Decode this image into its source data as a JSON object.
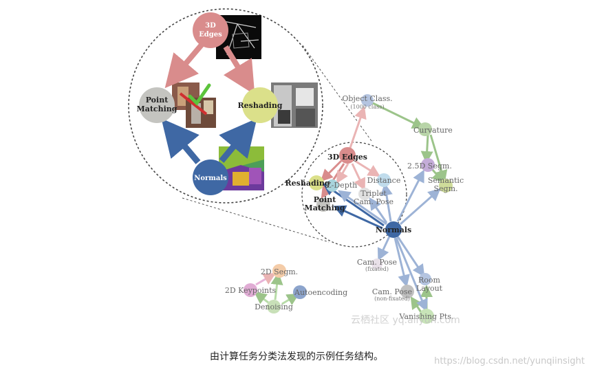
{
  "zoom_view": {
    "nodes": {
      "edges3d": [
        "3D",
        "Edges"
      ],
      "point_matching": [
        "Point",
        "Matching"
      ],
      "reshading": "Reshading",
      "normals": "Normals"
    }
  },
  "graph": {
    "object_class": "Object Class.",
    "object_class_sub": "(1000 class)",
    "curvature": "Curvature",
    "edges3d": "3D Edges",
    "seg25d": "2.5D Segm.",
    "semantic": [
      "Semantic",
      "Segm."
    ],
    "reshading": "Reshading",
    "zdepth": "Z-Depth",
    "distance": "Distance",
    "triplet": [
      "Triplet",
      "Cam. Pose"
    ],
    "point_matching": [
      "Point",
      "Matching"
    ],
    "normals": "Normals",
    "cam_pose_fixated": "Cam. Pose",
    "cam_pose_fixated_sub": "(fixated)",
    "room_layout": [
      "Room",
      "Layout"
    ],
    "cam_pose_nonfixated": "Cam. Pose",
    "cam_pose_nonfixated_sub": "(non-fixated)",
    "vanishing": "Vanishing Pts."
  },
  "cluster": {
    "seg2d": "2D Segm.",
    "keypoints2d": "2D Keypoints",
    "autoencoding": "Autoencoding",
    "denoising": "Denoising"
  },
  "colors": {
    "edges": "#d98c8c",
    "normals": "#3f68a4",
    "reshading": "#dbe08a",
    "point_matching": "#c4c4c0",
    "arrow_blue": "#9db3d6",
    "arrow_green": "#9cc48a",
    "checkmark": "#5cc43c"
  },
  "watermark_overlay": "云栖社区 yq.aliyun.com",
  "caption": "由计算任务分类法发现的示例任务结构。",
  "site_watermark": "https://blog.csdn.net/yunqiinsight"
}
